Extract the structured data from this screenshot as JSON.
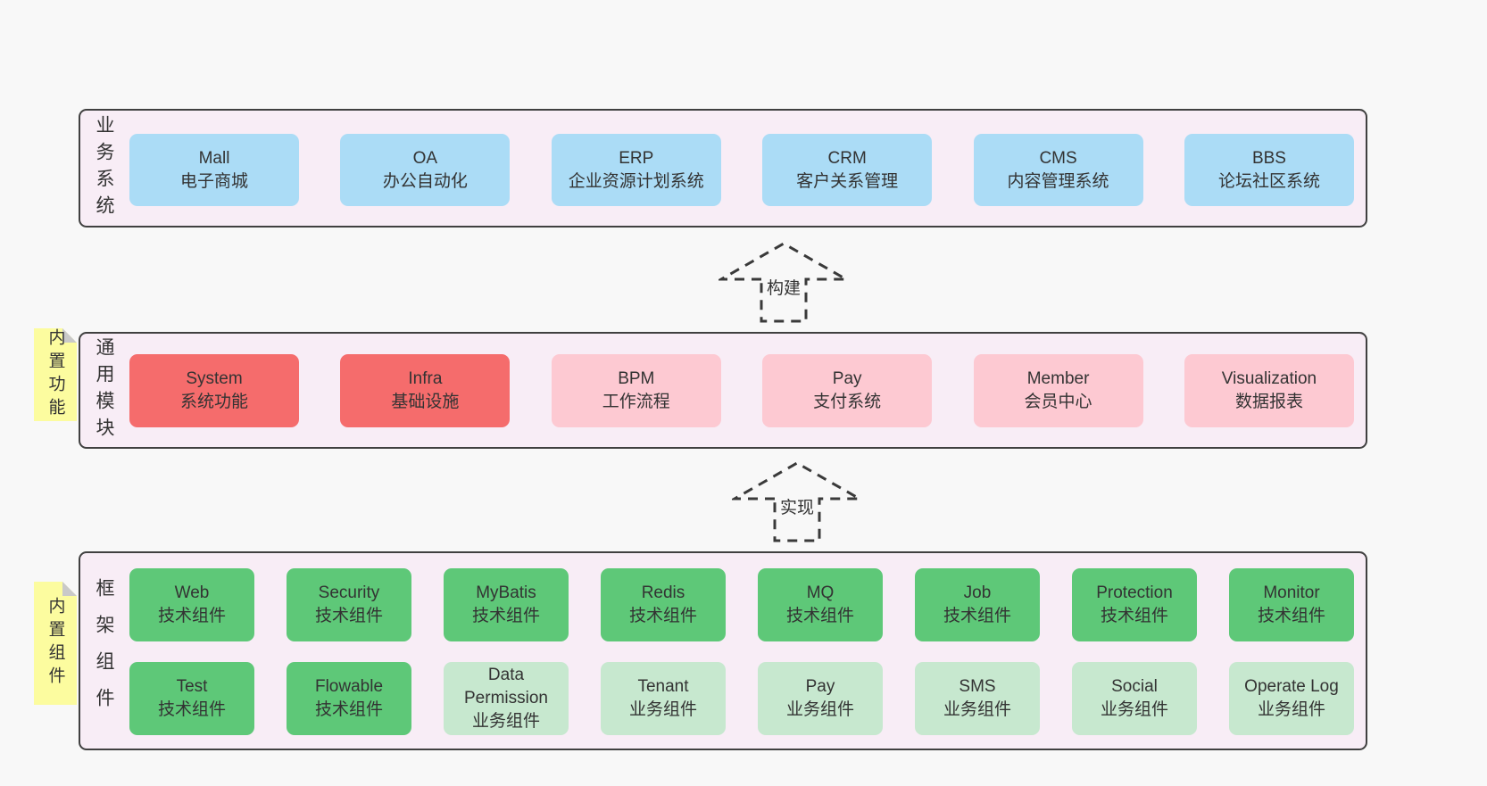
{
  "layers": {
    "business": {
      "label": "业务系统",
      "boxes": [
        {
          "name": "Mall",
          "desc": "电子商城"
        },
        {
          "name": "OA",
          "desc": "办公自动化"
        },
        {
          "name": "ERP",
          "desc": "企业资源计划系统"
        },
        {
          "name": "CRM",
          "desc": "客户关系管理"
        },
        {
          "name": "CMS",
          "desc": "内容管理系统"
        },
        {
          "name": "BBS",
          "desc": "论坛社区系统"
        }
      ]
    },
    "modules": {
      "label": "通用模块",
      "note": "内置功能",
      "boxes": [
        {
          "name": "System",
          "desc": "系统功能"
        },
        {
          "name": "Infra",
          "desc": "基础设施"
        },
        {
          "name": "BPM",
          "desc": "工作流程"
        },
        {
          "name": "Pay",
          "desc": "支付系统"
        },
        {
          "name": "Member",
          "desc": "会员中心"
        },
        {
          "name": "Visualization",
          "desc": "数据报表"
        }
      ]
    },
    "components": {
      "label": "框架组件",
      "note": "内置组件",
      "row1": [
        {
          "name": "Web",
          "desc": "技术组件"
        },
        {
          "name": "Security",
          "desc": "技术组件"
        },
        {
          "name": "MyBatis",
          "desc": "技术组件"
        },
        {
          "name": "Redis",
          "desc": "技术组件"
        },
        {
          "name": "MQ",
          "desc": "技术组件"
        },
        {
          "name": "Job",
          "desc": "技术组件"
        },
        {
          "name": "Protection",
          "desc": "技术组件"
        },
        {
          "name": "Monitor",
          "desc": "技术组件"
        }
      ],
      "row2": [
        {
          "name": "Test",
          "desc": "技术组件"
        },
        {
          "name": "Flowable",
          "desc": "技术组件"
        },
        {
          "name": "Data Permission",
          "desc": "业务组件"
        },
        {
          "name": "Tenant",
          "desc": "业务组件"
        },
        {
          "name": "Pay",
          "desc": "业务组件"
        },
        {
          "name": "SMS",
          "desc": "业务组件"
        },
        {
          "name": "Social",
          "desc": "业务组件"
        },
        {
          "name": "Operate Log",
          "desc": "业务组件"
        }
      ]
    }
  },
  "arrows": [
    {
      "label": "构建"
    },
    {
      "label": "实现"
    }
  ],
  "colors": {
    "page_background": "#f8f8f8",
    "layer_background": "#f8edf6",
    "layer_border": "#404040",
    "business_box": "#abdcf6",
    "module_core_box": "#f56c6c",
    "module_optional_box": "#fdc9d2",
    "tech_component_box": "#5ec878",
    "biz_component_box": "#c7e8cf",
    "note_background": "#fcfc9f",
    "note_fold": "#c9c9c9",
    "arrow_stroke": "#3a3a3a",
    "text": "#333333"
  }
}
